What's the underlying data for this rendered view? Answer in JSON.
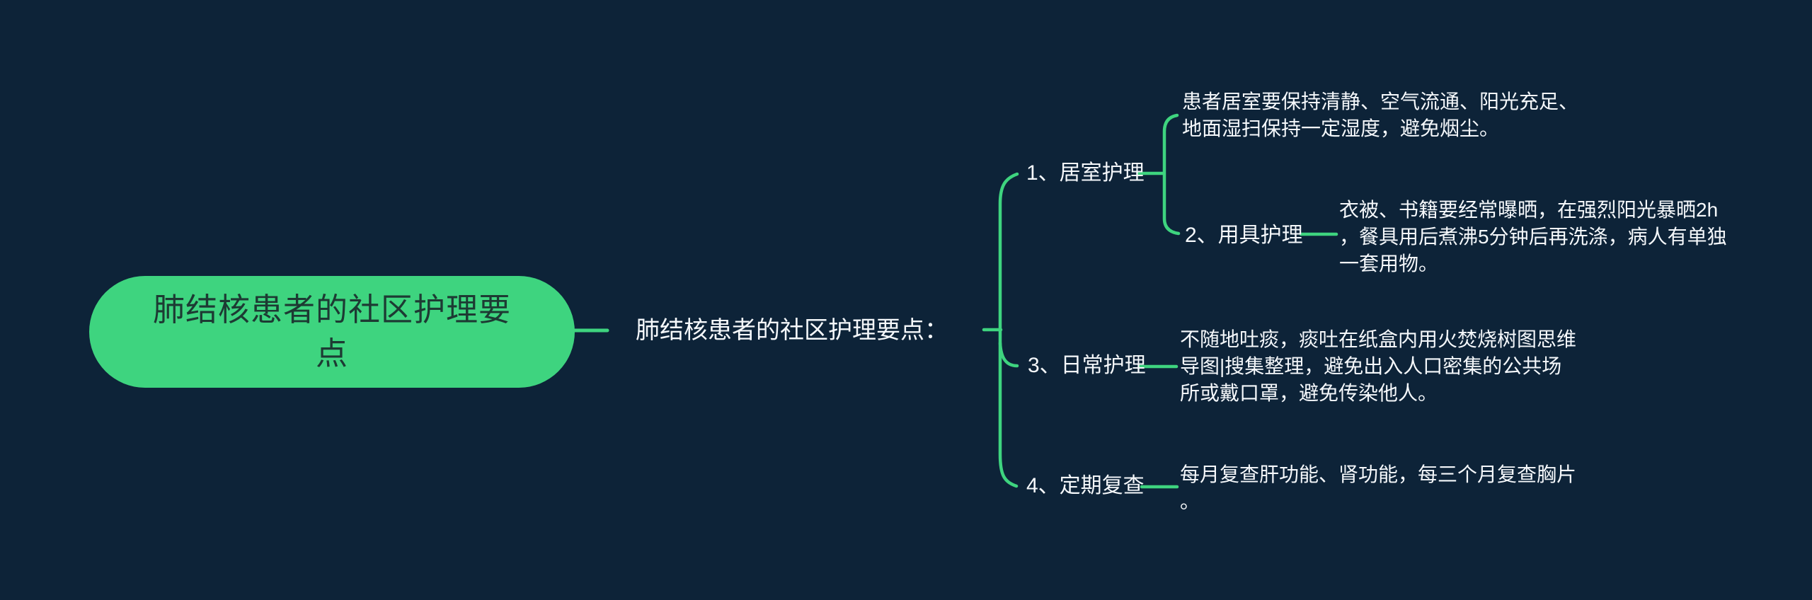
{
  "colors": {
    "background": "#0d2338",
    "accent_green": "#3ed47f",
    "text": "#f5f8fb",
    "pill_text": "#1d3a33"
  },
  "root": {
    "label_lines": [
      "肺结核患者的社区护理要",
      "点"
    ]
  },
  "center": {
    "label": "肺结核患者的社区护理要点："
  },
  "branches": [
    {
      "label": "1、居室护理",
      "description_lines": [
        "患者居室要保持清静、空气流通、阳光充足、",
        "地面湿扫保持一定湿度，避免烟尘。"
      ]
    },
    {
      "label": "2、用具护理",
      "description_lines": [
        "衣被、书籍要经常曝晒，在强烈阳光暴晒2h",
        "，餐具用后煮沸5分钟后再洗涤，病人有单独",
        "一套用物。"
      ]
    },
    {
      "label": "3、日常护理",
      "description_lines": [
        "不随地吐痰，痰吐在纸盒内用火焚烧树图思维",
        "导图|搜集整理，避免出入人口密集的公共场",
        "所或戴口罩，避免传染他人。"
      ]
    },
    {
      "label": "4、定期复查",
      "description_lines": [
        "每月复查肝功能、肾功能，每三个月复查胸片",
        "。"
      ]
    }
  ]
}
